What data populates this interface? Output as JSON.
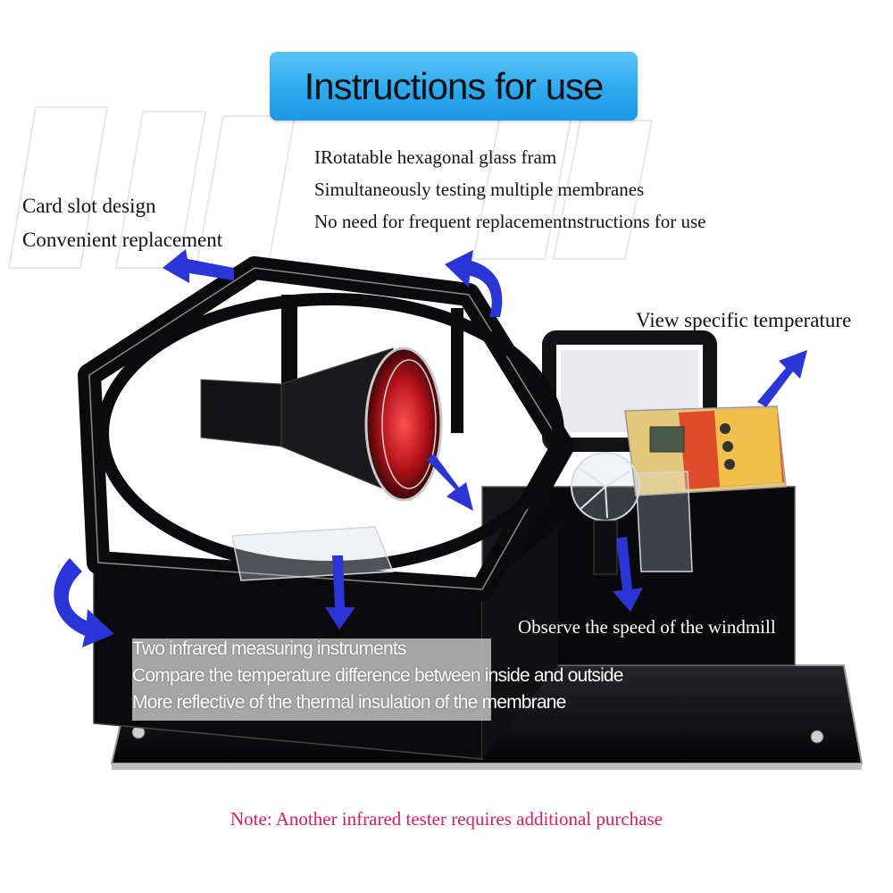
{
  "title": "Instructions for use",
  "labels": {
    "card_slot": [
      "Card slot design",
      "Convenient replacement"
    ],
    "hexagonal": [
      "IRotatable hexagonal glass fram",
      "Simultaneously testing multiple membranes",
      "No need for frequent replacementnstructions for use"
    ],
    "temperature": "View specific temperature",
    "windmill": "Observe the speed of the windmill",
    "infrared": [
      "Two infrared measuring instruments",
      "Compare the temperature difference between inside and outside",
      "More reflective of the thermal insulation of the membrane"
    ]
  },
  "note": "Note: Another infrared tester requires additional purchase",
  "icons": [
    "arrow-icon"
  ],
  "colors": {
    "title_bg": "#2aa8ee",
    "arrow": "#2b35d6",
    "note": "#d1205c",
    "device": "#0c0c0e"
  }
}
